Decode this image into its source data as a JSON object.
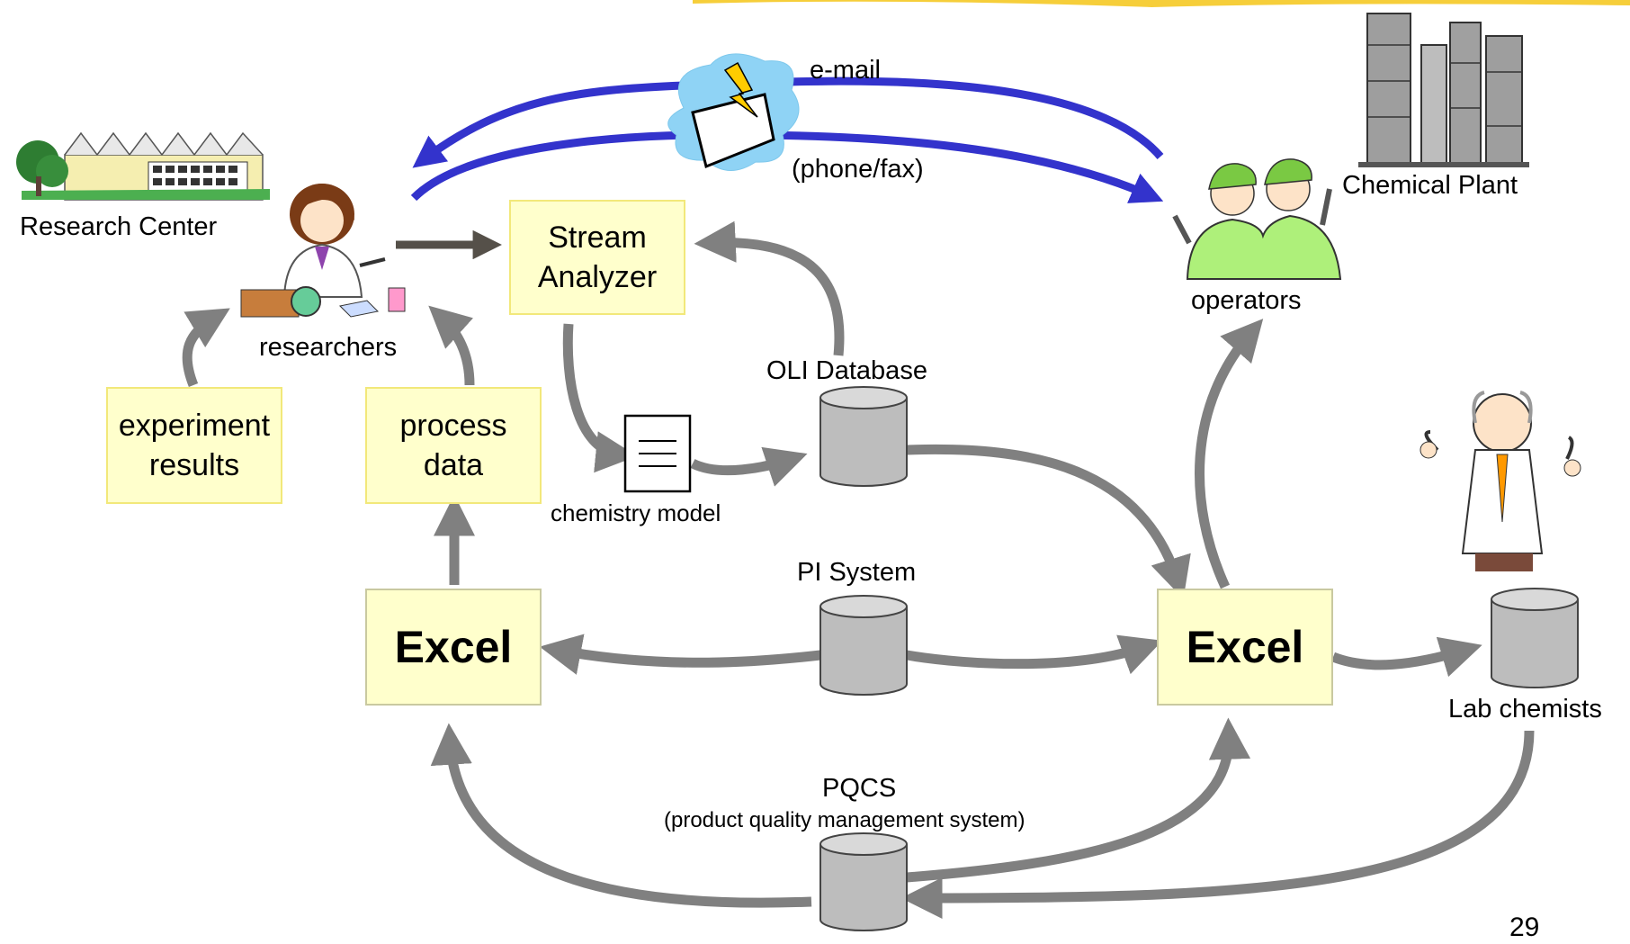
{
  "labels": {
    "research_center": "Research Center",
    "researchers": "researchers",
    "email": "e-mail",
    "phone_fax": "(phone/fax)",
    "chemical_plant": "Chemical Plant",
    "operators": "operators",
    "oli_database": "OLI Database",
    "chemistry_model": "chemistry model",
    "pi_system": "PI System",
    "pqcs": "PQCS",
    "pqcs_full": "(product quality management system)",
    "lab_chemists": "Lab chemists",
    "page_number": "29"
  },
  "boxes": {
    "stream_analyzer_line1": "Stream",
    "stream_analyzer_line2": "Analyzer",
    "experiment_results_line1": "experiment",
    "experiment_results_line2": "results",
    "process_data_line1": "process",
    "process_data_line2": "data",
    "excel_left": "Excel",
    "excel_right": "Excel"
  },
  "colors": {
    "box_fill": "#ffffcc",
    "arrow_gray": "#808080",
    "arrow_blue": "#3333cc",
    "cylinder_gray": "#bdbdbd",
    "accent_yellow": "#f5c518"
  },
  "icons": [
    "factory-building-icon",
    "researcher-icon",
    "email-cloud-icon",
    "chemical-plant-icon",
    "operators-icon",
    "lab-chemist-icon",
    "document-icon",
    "database-cylinder-icon"
  ]
}
